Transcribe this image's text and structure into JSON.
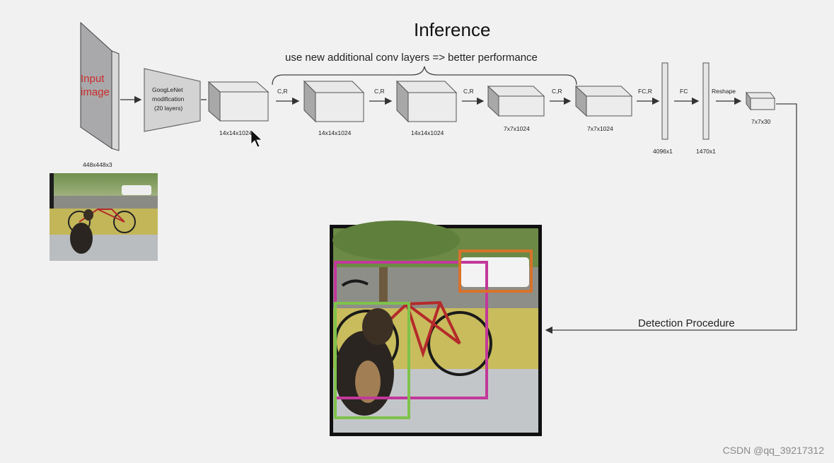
{
  "title": "Inference",
  "subtitle": "use new additional conv layers => better performance",
  "input": {
    "label_line1": "Input",
    "label_line2": "image",
    "dims": "448x448x3"
  },
  "googlenet": {
    "line1": "GoogLeNet",
    "line2": "modification",
    "line3": "(20 layers)"
  },
  "blocks": [
    {
      "dims": "14x14x1024"
    },
    {
      "dims": "14x14x1024"
    },
    {
      "dims": "14x14x1024"
    },
    {
      "dims": "7x7x1024"
    },
    {
      "dims": "7x7x1024"
    }
  ],
  "arrow_labels": [
    "C,R",
    "C,R",
    "C,R",
    "C,R",
    "FC,R",
    "FC",
    "Reshape"
  ],
  "fc_layers": [
    {
      "dims": "4096x1"
    },
    {
      "dims": "1470x1"
    }
  ],
  "output": {
    "dims": "7x7x30"
  },
  "detection_label": "Detection Procedure",
  "watermark": "CSDN @qq_39217312",
  "colors": {
    "background": "#f1f1f1",
    "input_label": "#cc2b2b",
    "box_magenta": "#c2389a",
    "box_green": "#7ec24b",
    "box_orange": "#d8722a"
  }
}
